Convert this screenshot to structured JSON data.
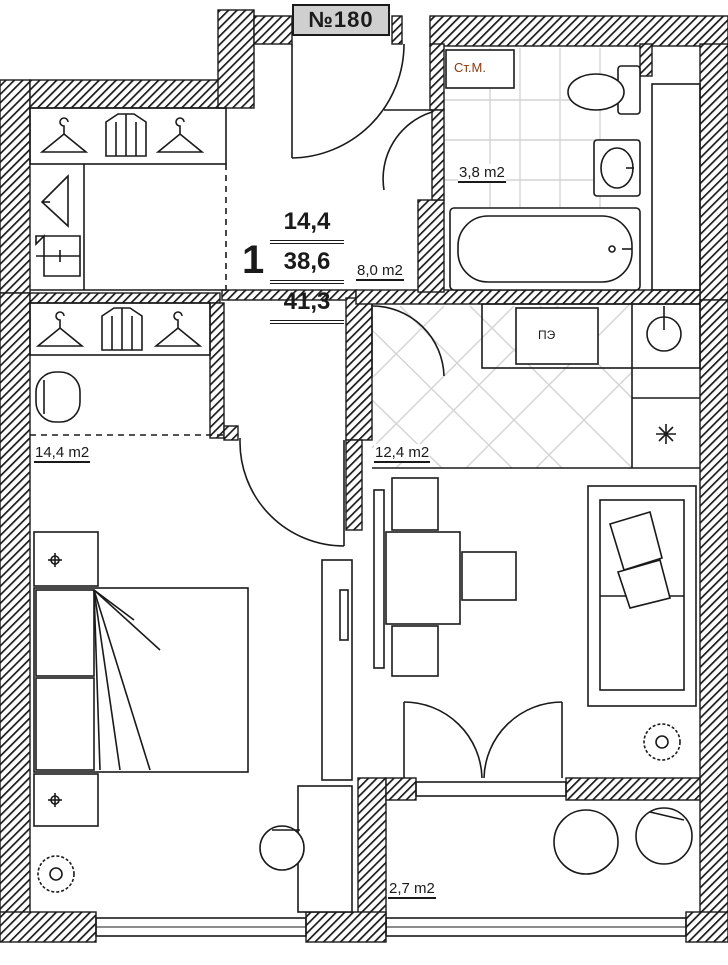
{
  "apartment": {
    "number_label": "№180",
    "rooms_count": "1",
    "area_living": "14,4",
    "area_total": "38,6",
    "area_with_balcony": "41,3"
  },
  "rooms": {
    "hall_area": "8,0 m2",
    "bathroom_area": "3,8 m2",
    "bedroom_area": "14,4 m2",
    "kitchen_living_area": "12,4 m2",
    "balcony_area": "2,7 m2"
  },
  "labels": {
    "washing_machine": "Ст.М.",
    "electric_stove": "ПЭ"
  },
  "colors": {
    "wall_hatch": "#1a1a1a",
    "tile_line": "#d4d4d4",
    "washer_text": "#8b3a0f",
    "badge_bg": "#cfcfcf"
  }
}
